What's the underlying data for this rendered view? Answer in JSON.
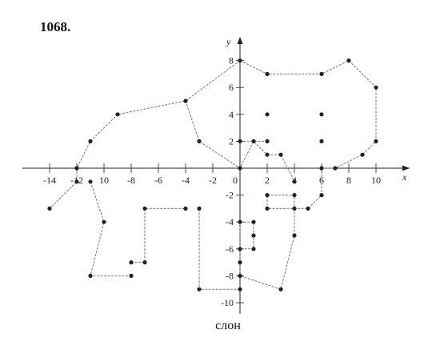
{
  "problem": {
    "number": "1068."
  },
  "caption": "слон",
  "chart_data": {
    "type": "scatter",
    "title": "",
    "xlabel": "x",
    "ylabel": "y",
    "xlim": [
      -15,
      11
    ],
    "ylim": [
      -11,
      9
    ],
    "grid": false,
    "x_ticks": [
      -14,
      -12,
      -10,
      -8,
      -6,
      -4,
      -2,
      0,
      2,
      4,
      6,
      8,
      10
    ],
    "x_tick_labels": [
      "-14",
      "-12",
      "10",
      "-8",
      "-6",
      "-4",
      "-2",
      "0",
      "2",
      "4",
      "6",
      "8",
      "10"
    ],
    "y_ticks": [
      8,
      6,
      4,
      2,
      -2,
      -4,
      -6,
      -8,
      -10
    ],
    "y_tick_labels": [
      "8",
      "6",
      "4",
      "2",
      "-2",
      "-4",
      "-6",
      "-8",
      "-10"
    ],
    "colors": {
      "ink": "#222222",
      "line": "#777777"
    },
    "outline": [
      [
        0,
        8
      ],
      [
        2,
        7
      ],
      [
        6,
        7
      ],
      [
        8,
        8
      ],
      [
        10,
        6
      ],
      [
        10,
        2
      ],
      [
        9,
        1
      ],
      [
        7,
        0
      ],
      [
        6,
        0
      ],
      [
        6,
        -2
      ],
      [
        5,
        -3
      ],
      [
        4,
        -3
      ],
      [
        2,
        -3
      ],
      [
        2,
        -2
      ],
      [
        4,
        -2
      ],
      [
        4,
        -5
      ],
      [
        3,
        -9
      ],
      [
        0,
        -8
      ],
      [
        0,
        -4
      ],
      [
        1,
        -4
      ],
      [
        1,
        -5
      ],
      [
        1,
        -6
      ],
      [
        0,
        -6
      ]
    ],
    "back_line": [
      [
        0,
        8
      ],
      [
        -4,
        5
      ],
      [
        -9,
        4
      ],
      [
        -11,
        2
      ],
      [
        -12,
        0
      ],
      [
        -12,
        -1
      ],
      [
        -14,
        -3
      ]
    ],
    "front_line": [
      [
        -4,
        5
      ],
      [
        -3,
        2
      ],
      [
        0,
        0
      ],
      [
        1,
        2
      ],
      [
        2,
        1
      ],
      [
        3,
        1
      ],
      [
        4,
        -1
      ]
    ],
    "leg_segments": [
      [
        [
          -11,
          -1
        ],
        [
          -10,
          -4
        ],
        [
          -11,
          -8
        ],
        [
          -8,
          -8
        ]
      ],
      [
        [
          -8,
          -7
        ],
        [
          -7,
          -7
        ],
        [
          -7,
          -3
        ],
        [
          -4,
          -3
        ]
      ],
      [
        [
          -3,
          -3
        ],
        [
          -3,
          -9
        ],
        [
          0,
          -9
        ]
      ],
      [
        [
          0,
          2
        ],
        [
          2,
          2
        ]
      ]
    ],
    "extra_points": [
      [
        2,
        4
      ],
      [
        6,
        4
      ],
      [
        6,
        2
      ],
      [
        4,
        -1
      ],
      [
        0,
        -7
      ],
      [
        -8,
        -8
      ],
      [
        -3,
        -3
      ]
    ]
  }
}
